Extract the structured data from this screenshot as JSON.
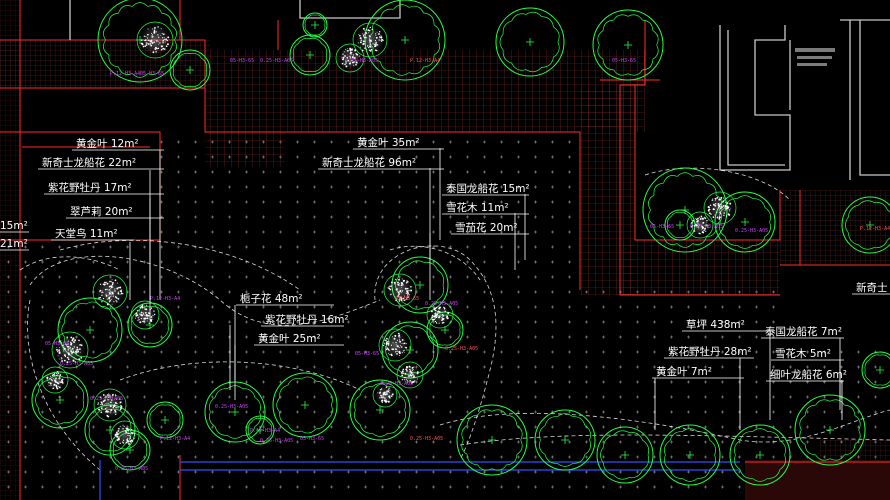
{
  "viewer": {
    "background": "#000000"
  },
  "colors": {
    "boundary": "#ff2a2a",
    "paving": "#b03030",
    "plant_outline": "#22ff44",
    "leader": "#ffffff",
    "annotation_text": "#ffffff",
    "plant_code": "#d040ff",
    "building": "#c8c8c8",
    "hatch_point": "#7a7a7a",
    "water_edge": "#3050ff"
  },
  "planting_labels": [
    {
      "text": "黄金叶  12m²"
    },
    {
      "text": "新奇士龙船花  22m²"
    },
    {
      "text": "紫花野牡丹  17m²"
    },
    {
      "text": "翠芦莉  20m²"
    },
    {
      "text": "15m²"
    },
    {
      "text": "天堂鸟  11m²"
    },
    {
      "text": "21m²"
    },
    {
      "text": "黄金叶  35m²"
    },
    {
      "text": "新奇士龙船花  96m²"
    },
    {
      "text": "泰国龙船花  15m²"
    },
    {
      "text": "雪花木  11m²"
    },
    {
      "text": "雪茄花  20m²"
    },
    {
      "text": "栀子花  48m²"
    },
    {
      "text": "紫花野牡丹  16m²"
    },
    {
      "text": "黄金叶  25m²"
    },
    {
      "text": "草坪  438m²"
    },
    {
      "text": "泰国龙船花  7m²"
    },
    {
      "text": "紫花野牡丹  28m²"
    },
    {
      "text": "雪花木  5m²"
    },
    {
      "text": "黄金叶  7m²"
    },
    {
      "text": "细叶龙船花  6m²"
    },
    {
      "text": "新奇士"
    }
  ],
  "tree_codes": {
    "a": "05-H3-65",
    "b": "0.25-H3-A05",
    "c": "0.25-H3-A05",
    "d": "P.12-H3-A4"
  }
}
